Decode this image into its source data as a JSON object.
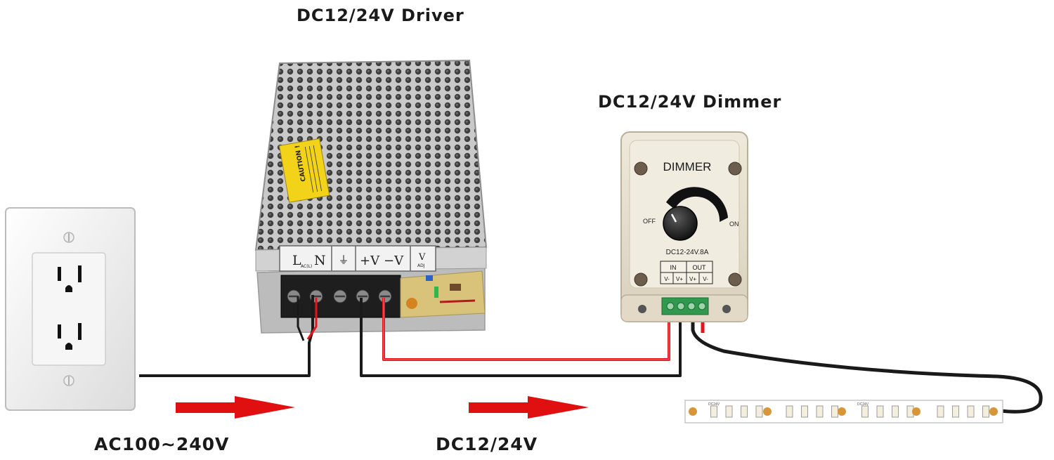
{
  "labels": {
    "driver_title": "DC12/24V Driver",
    "dimmer_title": "DC12/24V Dimmer",
    "ac_voltage": "AC100~240V",
    "dc_voltage": "DC12/24V"
  },
  "driver": {
    "caution_label": "CAUTION !",
    "terminals": [
      "L",
      "N",
      "⏚",
      "+V",
      "−V",
      "V"
    ],
    "terminal_sub_l": "AC(L)",
    "terminal_sub_v": "ADJ"
  },
  "dimmer": {
    "heading": "DIMMER",
    "off_label": "OFF",
    "on_label": "ON",
    "rating": "DC12-24V.8A",
    "in_label": "IN",
    "out_label": "OUT",
    "pins": [
      "V-",
      "V+",
      "V+",
      "V-"
    ]
  },
  "strip": {
    "print_voltage": "DC24V"
  },
  "colors": {
    "wire_black": "#1a1a1a",
    "wire_red": "#e0161c",
    "arrow_red": "#e01010",
    "led_chip": "#f3eede",
    "strip_base": "#ffffff",
    "solder_pad": "#d8963a",
    "driver_body": "#cdcdcd",
    "dimmer_body": "#e7e0cf",
    "caution_yellow": "#f2d31a",
    "terminal_green": "#2f9a4d"
  }
}
